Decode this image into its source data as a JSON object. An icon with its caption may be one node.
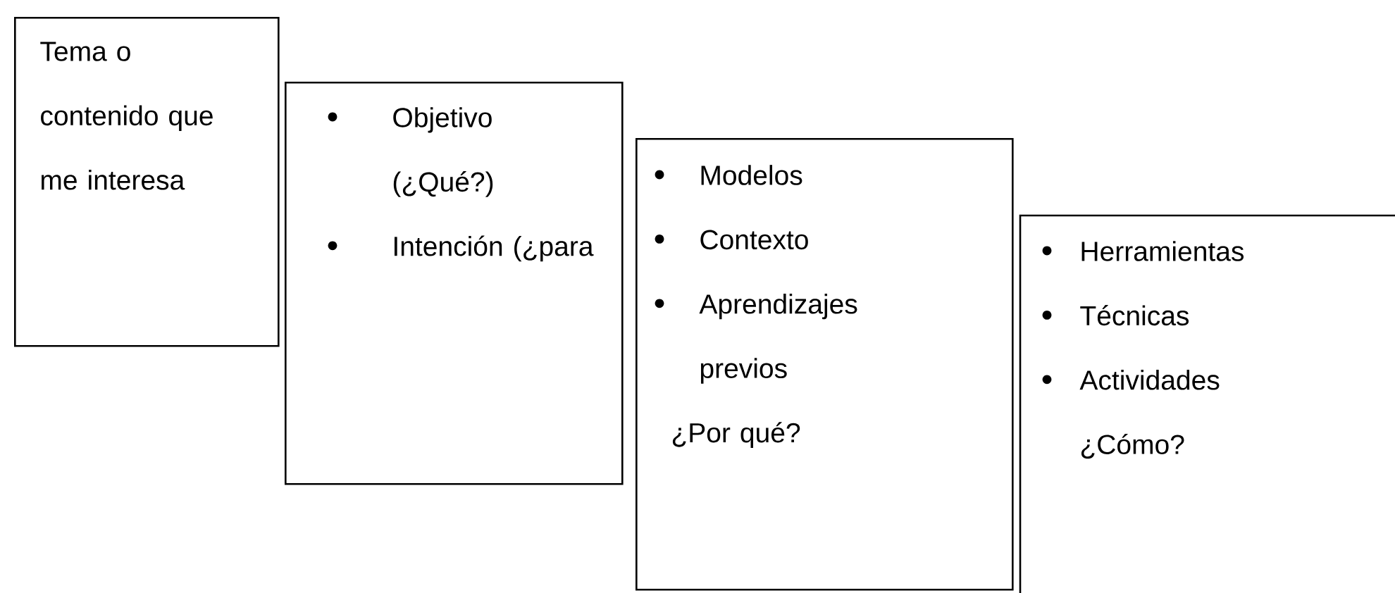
{
  "diagram": {
    "nodes": [
      {
        "text": [
          "Tema o contenido que me interesa"
        ]
      },
      {
        "text": [
          "Objetivo (¿Qué?)",
          "Intención (¿para"
        ]
      },
      {
        "text": [
          "Modelos",
          "Contexto",
          "Aprendizajes previos",
          "¿Por qué?"
        ]
      },
      {
        "text": [
          "Herramientas",
          "Técnicas",
          "Actividades",
          "¿Cómo?"
        ]
      }
    ]
  }
}
